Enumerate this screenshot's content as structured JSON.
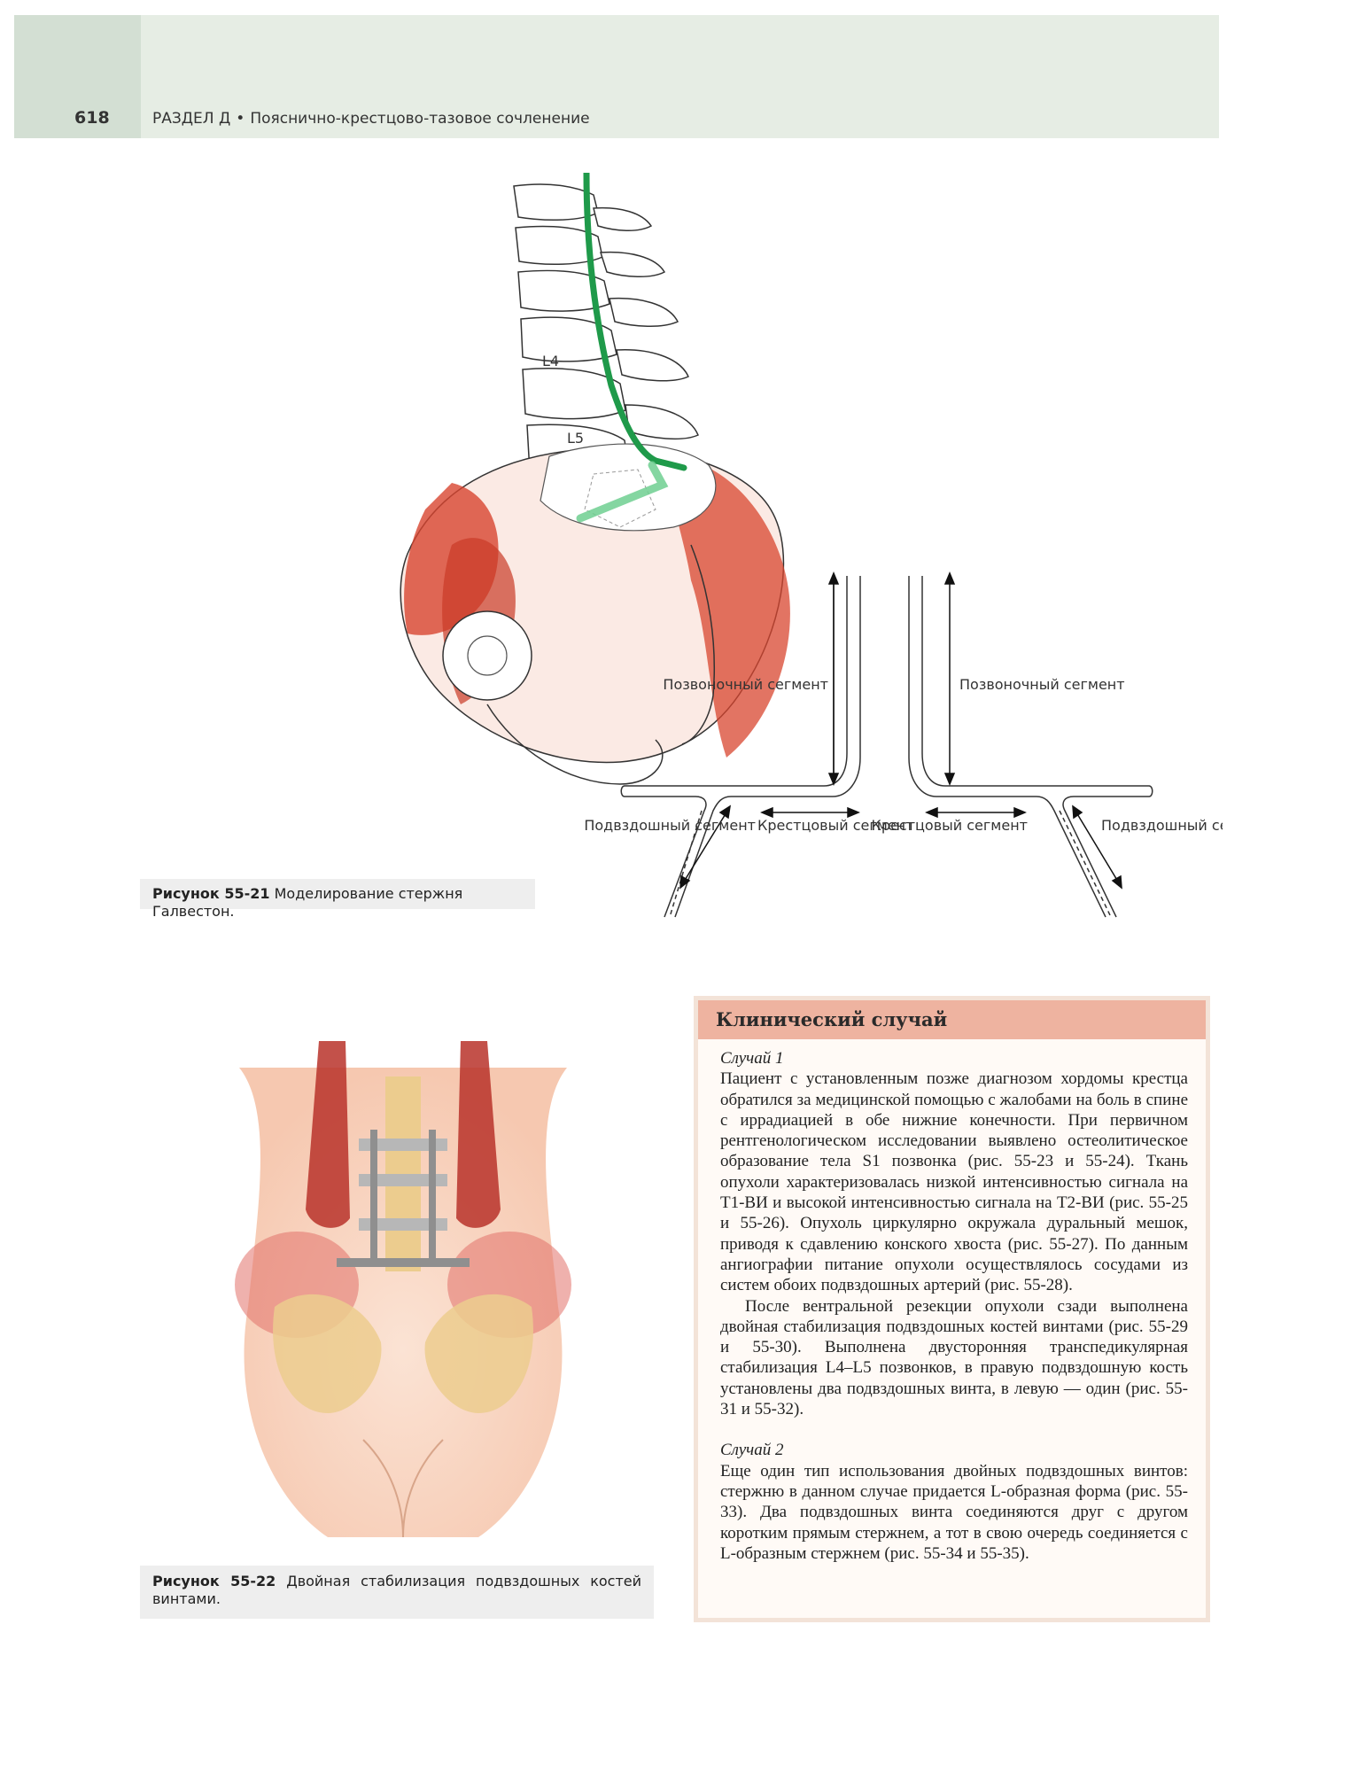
{
  "header": {
    "page_number": "618",
    "section": "РАЗДЕЛ Д",
    "bullet": "•",
    "title": "Пояснично-крестцово-тазовое сочленение"
  },
  "figure1": {
    "vertebra_labels": [
      "L4",
      "L5"
    ],
    "segments": {
      "spinal": "Позвоночный сегмент",
      "sacral": "Крестцовый сегмент",
      "iliac": "Подвздошный сегмент"
    },
    "caption_label": "Рисунок 55-21",
    "caption_text": "Моделирование стержня Галвестон."
  },
  "figure2": {
    "caption_label": "Рисунок 55-22",
    "caption_text": "Двойная стабилизация подвздошных костей винтами."
  },
  "clinical_case": {
    "title": "Клинический случай",
    "case1_label": "Случай 1",
    "case1_p1": "Пациент с установленным позже диагнозом хордомы крестца обратился за медицинской помощью с жалобами на боль в спине с иррадиацией в обе нижние конечности. При первичном рентгенологическом исследовании выявлено остеолитическое образование тела S1 позвонка (рис. 55-23 и 55-24). Ткань опухоли характеризовалась низкой интенсивностью сигнала на Т1-ВИ и высокой интенсивностью сигнала на Т2-ВИ (рис. 55-25 и 55-26). Опухоль циркулярно окружала дуральный мешок, приводя к сдавлению конского хвоста (рис. 55-27). По данным ангиографии питание опухоли осуществлялось сосудами из систем обоих подвздошных артерий (рис. 55-28).",
    "case1_p2": "После вентральной резекции опухоли сзади выполнена двойная стабилизация подвздошных костей винтами (рис. 55-29 и 55-30). Выполнена двусторонняя транспедикулярная стабилизация L4–L5 позвонков, в правую подвздошную кость установлены два подвздошных винта, в левую — один (рис. 55-31 и 55-32).",
    "case2_label": "Случай 2",
    "case2_p1": "Еще один тип использования двойных подвздошных винтов: стержню в данном случае придается L-образная форма (рис. 55-33). Два подвздошных винта соединяются друг с другом коротким прямым стержнем, а тот в свою очередь соединяется с L-образным стержнем (рис. 55-34 и 55-35)."
  },
  "colors": {
    "header_bg": "#e6ede4",
    "header_tab": "#d3dfd3",
    "rod_green": "#1f9a4a",
    "muscle_red": "#d8452f",
    "case_header": "#eeb3a0",
    "caption_bg": "#eeeeee"
  }
}
